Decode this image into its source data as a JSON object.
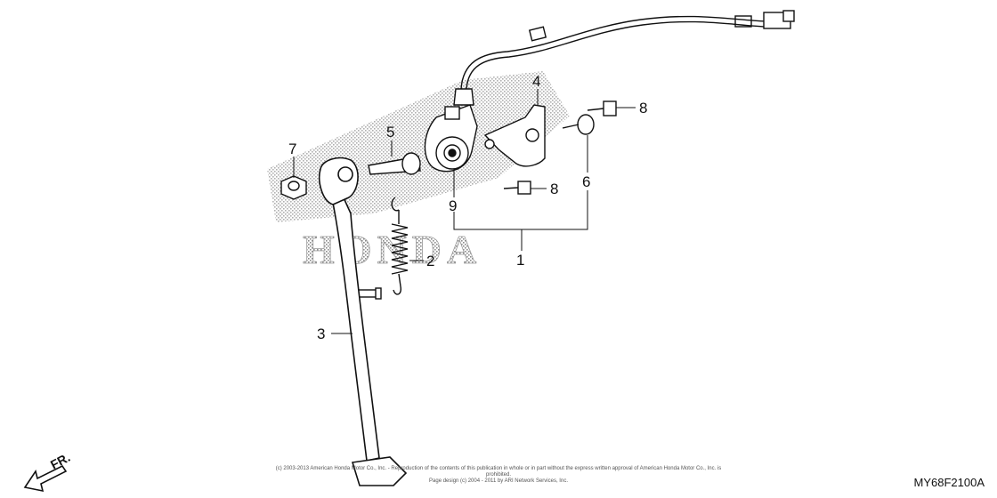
{
  "diagram": {
    "callouts": [
      "1",
      "2",
      "3",
      "4",
      "5",
      "6",
      "7",
      "8",
      "8",
      "9"
    ],
    "watermark_text": "HONDA",
    "direction_label": "FR.",
    "diagram_code": "MY68F2100A",
    "copyright_line1": "(c) 2003-2013 American Honda Motor Co., Inc. - Reproduction of the contents of this publication in whole or in part without the express written approval of American Honda Motor Co., Inc. is prohibited.",
    "copyright_line2": "Page design (c) 2004 - 2011 by ARI Network Services, Inc.",
    "colors": {
      "line": "#111111",
      "stipple": "#9a9a9a",
      "background": "#ffffff"
    }
  }
}
